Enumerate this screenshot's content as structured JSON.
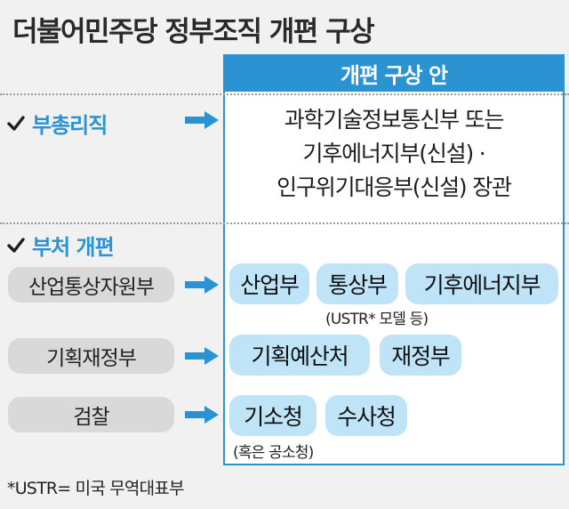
{
  "title": "더불어민주당 정부조직 개편 구상",
  "panel": {
    "header": "개편 구상 안"
  },
  "colors": {
    "accent": "#2c93d3",
    "pill_blue": "#bfe3f7",
    "pill_gray": "#d9d9da"
  },
  "sections": {
    "pm": {
      "label": "부총리직",
      "lines": [
        "과학기술정보통신부 또는",
        "기후에너지부(신설) ·",
        "인구위기대응부(신설) 장관"
      ]
    },
    "reorg": {
      "label": "부처 개편"
    }
  },
  "rows": [
    {
      "source": "산업통상자원부",
      "targets": [
        "산업부",
        "통상부",
        "기후에너지부"
      ],
      "note": "(USTR* 모델 등)"
    },
    {
      "source": "기획재정부",
      "targets": [
        "기획예산처",
        "재정부"
      ],
      "note": ""
    },
    {
      "source": "검찰",
      "targets": [
        "기소청",
        "수사청"
      ],
      "note": "(혹은 공소청)"
    }
  ],
  "footnote": "*USTR= 미국 무역대표부"
}
